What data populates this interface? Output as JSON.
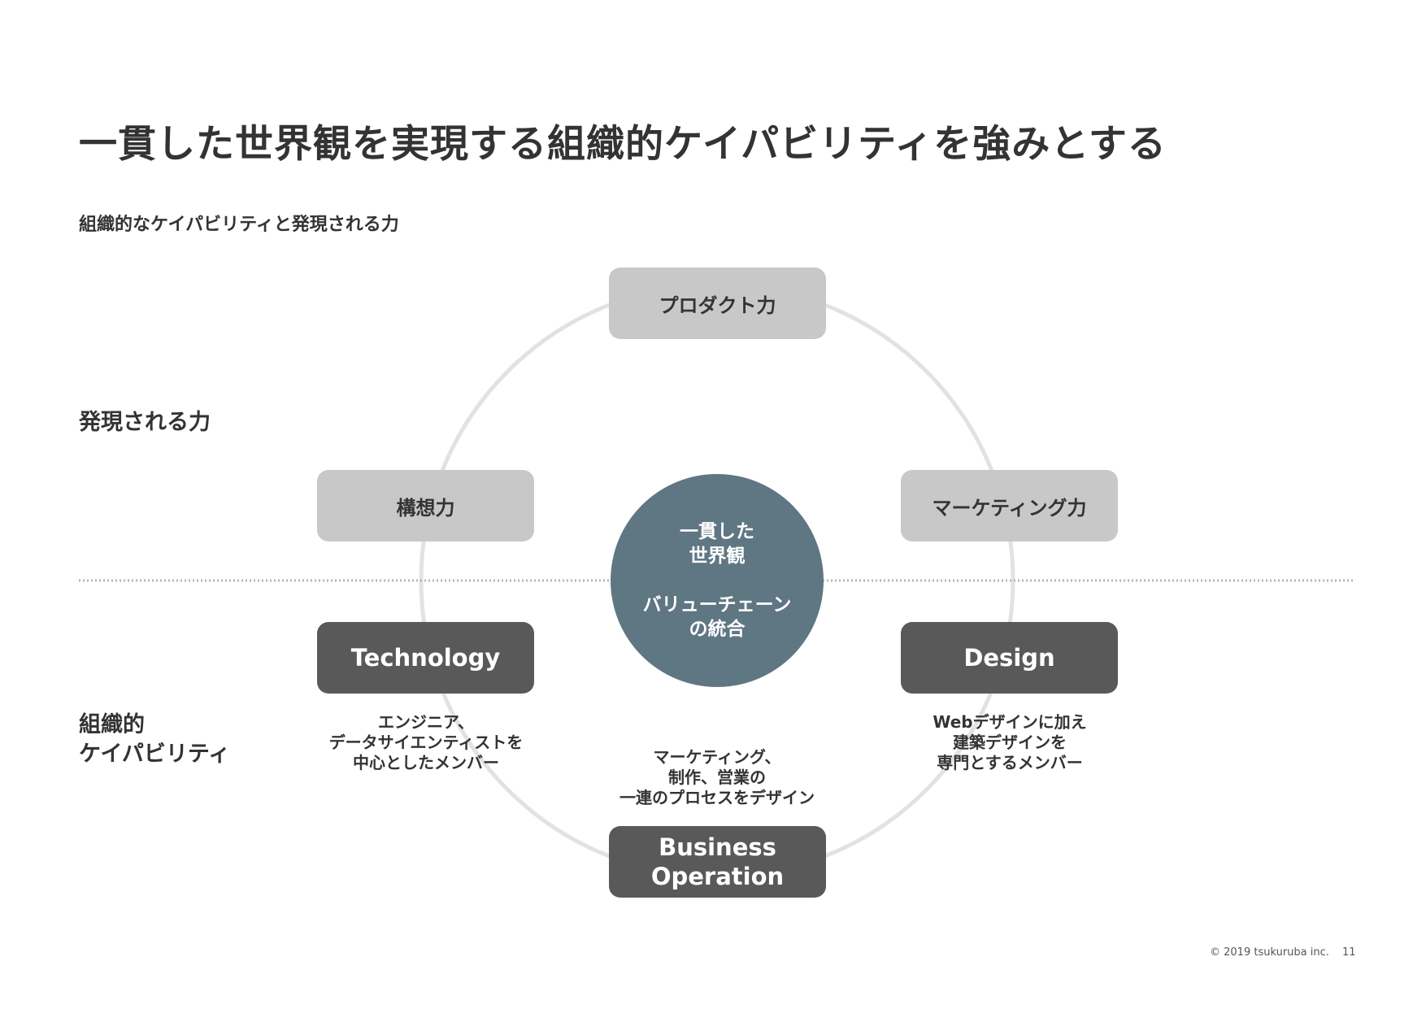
{
  "title": "一貫した世界観を実現する組織的ケイパビリティを強みとする",
  "subtitle": "組織的なケイパビリティと発現される力",
  "side_labels": {
    "upper": "発現される力",
    "lower": "組織的\nケイパビリティ"
  },
  "center": {
    "line1": "一貫した",
    "line2": "世界観",
    "line3": "バリューチェーン",
    "line4": "の統合"
  },
  "powers": {
    "product": "プロダクト力",
    "concept": "構想力",
    "marketing": "マーケティング力"
  },
  "capabilities": {
    "technology": {
      "label": "Technology",
      "desc": "エンジニア、\nデータサイエンティストを\n中心としたメンバー"
    },
    "design": {
      "label": "Design",
      "desc": "Webデザインに加え\n建築デザインを\n専門とするメンバー"
    },
    "business": {
      "label": "Business\nOperation",
      "desc": "マーケティング、\n制作、営業の\n一連のプロセスをデザイン"
    }
  },
  "footer": {
    "copyright": "© 2019 tsukuruba inc.",
    "page": "11"
  },
  "colors": {
    "light_box": "#c8c8c8",
    "dark_box": "#595959",
    "center_circle": "#5f7683",
    "ring": "#e2e2e2",
    "divider": "#b5b5b5"
  }
}
